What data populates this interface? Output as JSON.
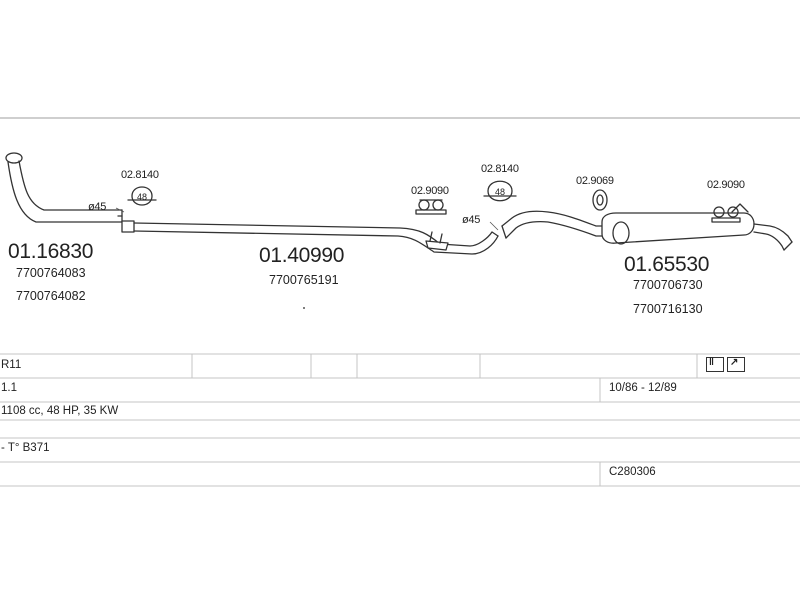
{
  "parts": {
    "front_pipe": {
      "number": "01.16830",
      "oem1": "7700764083",
      "oem2": "7700764082"
    },
    "middle_pipe": {
      "number": "01.40990",
      "oem1": "7700765191"
    },
    "rear_silencer": {
      "number": "01.65530",
      "oem1": "7700706730",
      "oem2": "7700716130"
    }
  },
  "fittings": {
    "clamp1": {
      "number": "02.8140",
      "size": "48"
    },
    "rubber1": {
      "number": "02.9090"
    },
    "clamp2": {
      "number": "02.8140",
      "size": "48"
    },
    "mount": {
      "number": "02.9069"
    },
    "rubber2": {
      "number": "02.9090"
    }
  },
  "diameters": {
    "d1": "ø45",
    "d2": "ø45"
  },
  "table": {
    "model": "R11",
    "engine": "1.1",
    "dates": "10/86 - 12/89",
    "spec": "1108 cc, 48 HP, 35 KW",
    "code": "- T° B371",
    "ref": "C280306"
  },
  "icons": [
    "document-icon",
    "document-arrow-icon"
  ]
}
